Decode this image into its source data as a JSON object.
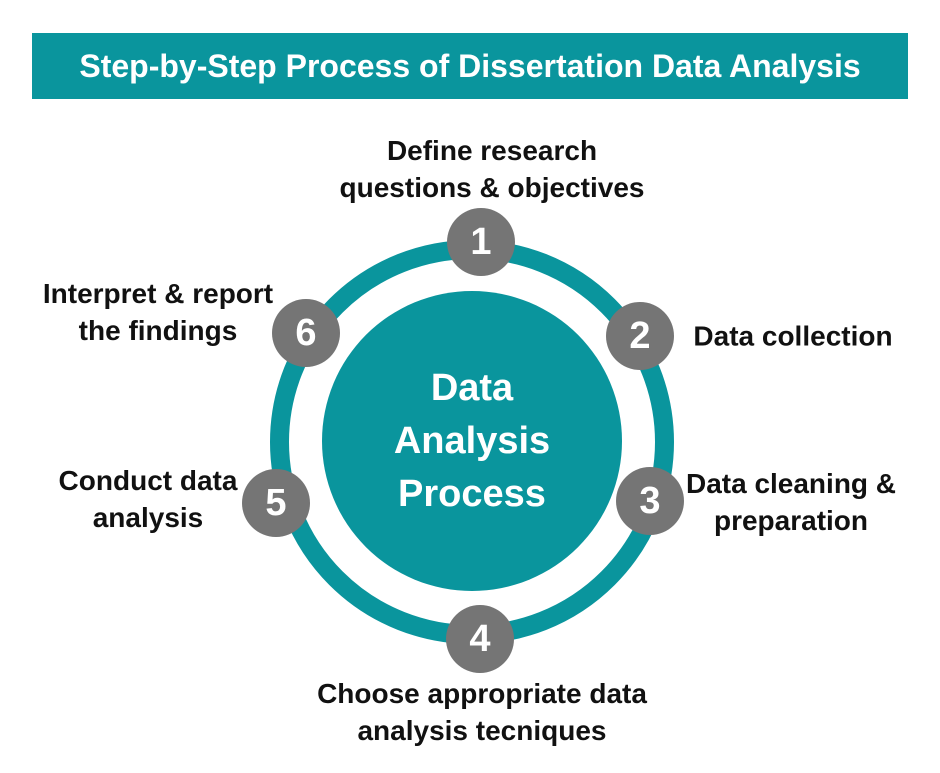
{
  "banner": {
    "title": "Step-by-Step Process of Dissertation Data Analysis"
  },
  "center": {
    "lines": [
      "Data",
      "Analysis",
      "Process"
    ]
  },
  "steps": [
    {
      "number": "1",
      "line1": "Define research",
      "line2": "questions & objectives"
    },
    {
      "number": "2",
      "line1": "Data collection",
      "line2": ""
    },
    {
      "number": "3",
      "line1": "Data cleaning &",
      "line2": "preparation"
    },
    {
      "number": "4",
      "line1": "Choose appropriate data",
      "line2": "analysis tecniques"
    },
    {
      "number": "5",
      "line1": "Conduct data",
      "line2": "analysis"
    },
    {
      "number": "6",
      "line1": "Interpret & report",
      "line2": "the findings"
    }
  ],
  "colors": {
    "teal": "#0a959d",
    "node_gray": "#757575",
    "banner_text": "#ffffff",
    "center_text": "#ffffff",
    "label_text": "#111111",
    "background": "#ffffff"
  }
}
